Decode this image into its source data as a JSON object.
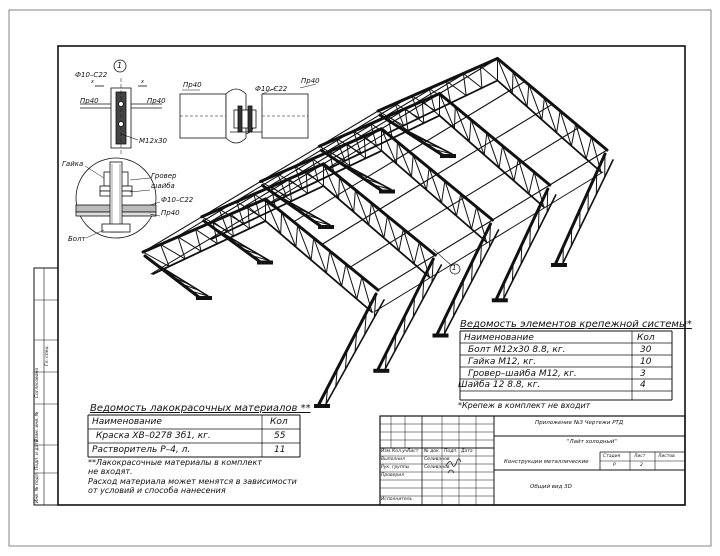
{
  "drawing": {
    "structure": "steel-frame-hangar",
    "frames": 5,
    "callout_marker": "1"
  },
  "detail": {
    "number": "1",
    "labels": {
      "rod_left": "Ф10–С22",
      "pr_left1": "Пр40",
      "pr_left2": "Пр40",
      "bolt": "М12х30",
      "pr_right": "Пр40",
      "rod_right": "Ф10–С22",
      "pr_right2": "Пр40",
      "x1": "x",
      "x2": "x"
    }
  },
  "section": {
    "labels": {
      "nut": "Гайка",
      "washer1": "Гровер",
      "washer2": "шайба",
      "rod": "Ф10–С22",
      "pr": "Пр40",
      "bolt": "Болт"
    }
  },
  "fasteners_table": {
    "title": "Ведомость элементов крепежной системы",
    "title_mark": "*",
    "headers": [
      "Наименование",
      "Кол"
    ],
    "rows": [
      [
        "Болт М12х30 8.8, кг.",
        "30"
      ],
      [
        "Гайка М12, кг.",
        "10"
      ],
      [
        "Гровер–шайба М12, кг.",
        "3"
      ],
      [
        "Шайба 12 8.8, кг.",
        "4"
      ]
    ],
    "note": "*Крепеж в комплект не входит"
  },
  "paint_table": {
    "title": "Ведомость лакокрасочных материалов",
    "title_mark": "**",
    "headers": [
      "Наименование",
      "Кол"
    ],
    "rows": [
      [
        "Краска ХВ–0278 3б1, кг.",
        "55"
      ],
      [
        "Растворитель Р–4, л.",
        "11"
      ]
    ],
    "note1": "**Лакокрасочные материалы в комплект",
    "note2": "не входят.",
    "note3": "Расход материала может менятся в зависимости",
    "note4": "от условий и способа нанесения"
  },
  "title_block": {
    "appendix": "Приложение №3 Чертежи РТД",
    "project": "\"Лайт холодный\"",
    "col_izm": "Изм.",
    "col_kol": "Кол.уч",
    "col_list": "Лист",
    "col_ndok": "№ док.",
    "col_podp": "Подп.",
    "col_data": "Дата",
    "role1": "Выполнил",
    "name1": "Селиванов",
    "role2": "Рук. группы",
    "name2": "Селиванов",
    "role3": "Проверил",
    "role4": "Исполнитель",
    "name_doc": "Конструкции металлические",
    "general_view": "Общий вид 3D",
    "hdr_stage": "Стадия",
    "hdr_sheet": "Лист",
    "hdr_sheets": "Листов",
    "val_stage": "Р",
    "val_sheet": "2",
    "val_sheets": ""
  },
  "side_stamp": {
    "s1": "Инв. № подл.",
    "s2": "Подп. и дата",
    "s3": "Взам. инв. №",
    "s4": "Согласовано",
    "s5": "Гл. спец."
  }
}
